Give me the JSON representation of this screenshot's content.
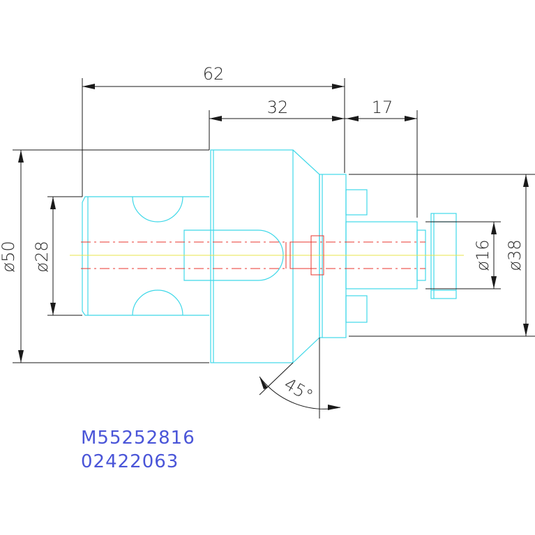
{
  "dimensions": {
    "overall_length": "62",
    "body_length": "32",
    "spigot_length": "17",
    "flange_diameter": "ø50",
    "shank_diameter": "ø28",
    "spigot_diameter": "ø16",
    "collar_diameter": "ø38",
    "chamfer_angle": "45°"
  },
  "part_codes": {
    "line1": "M55252816",
    "line2": "02422063"
  },
  "colors": {
    "outline": "#3fd8e8",
    "centerline": "#e8342c",
    "axis": "#e8e44a",
    "dimension": "#1a1a1a",
    "code_text": "#4a55d8"
  }
}
